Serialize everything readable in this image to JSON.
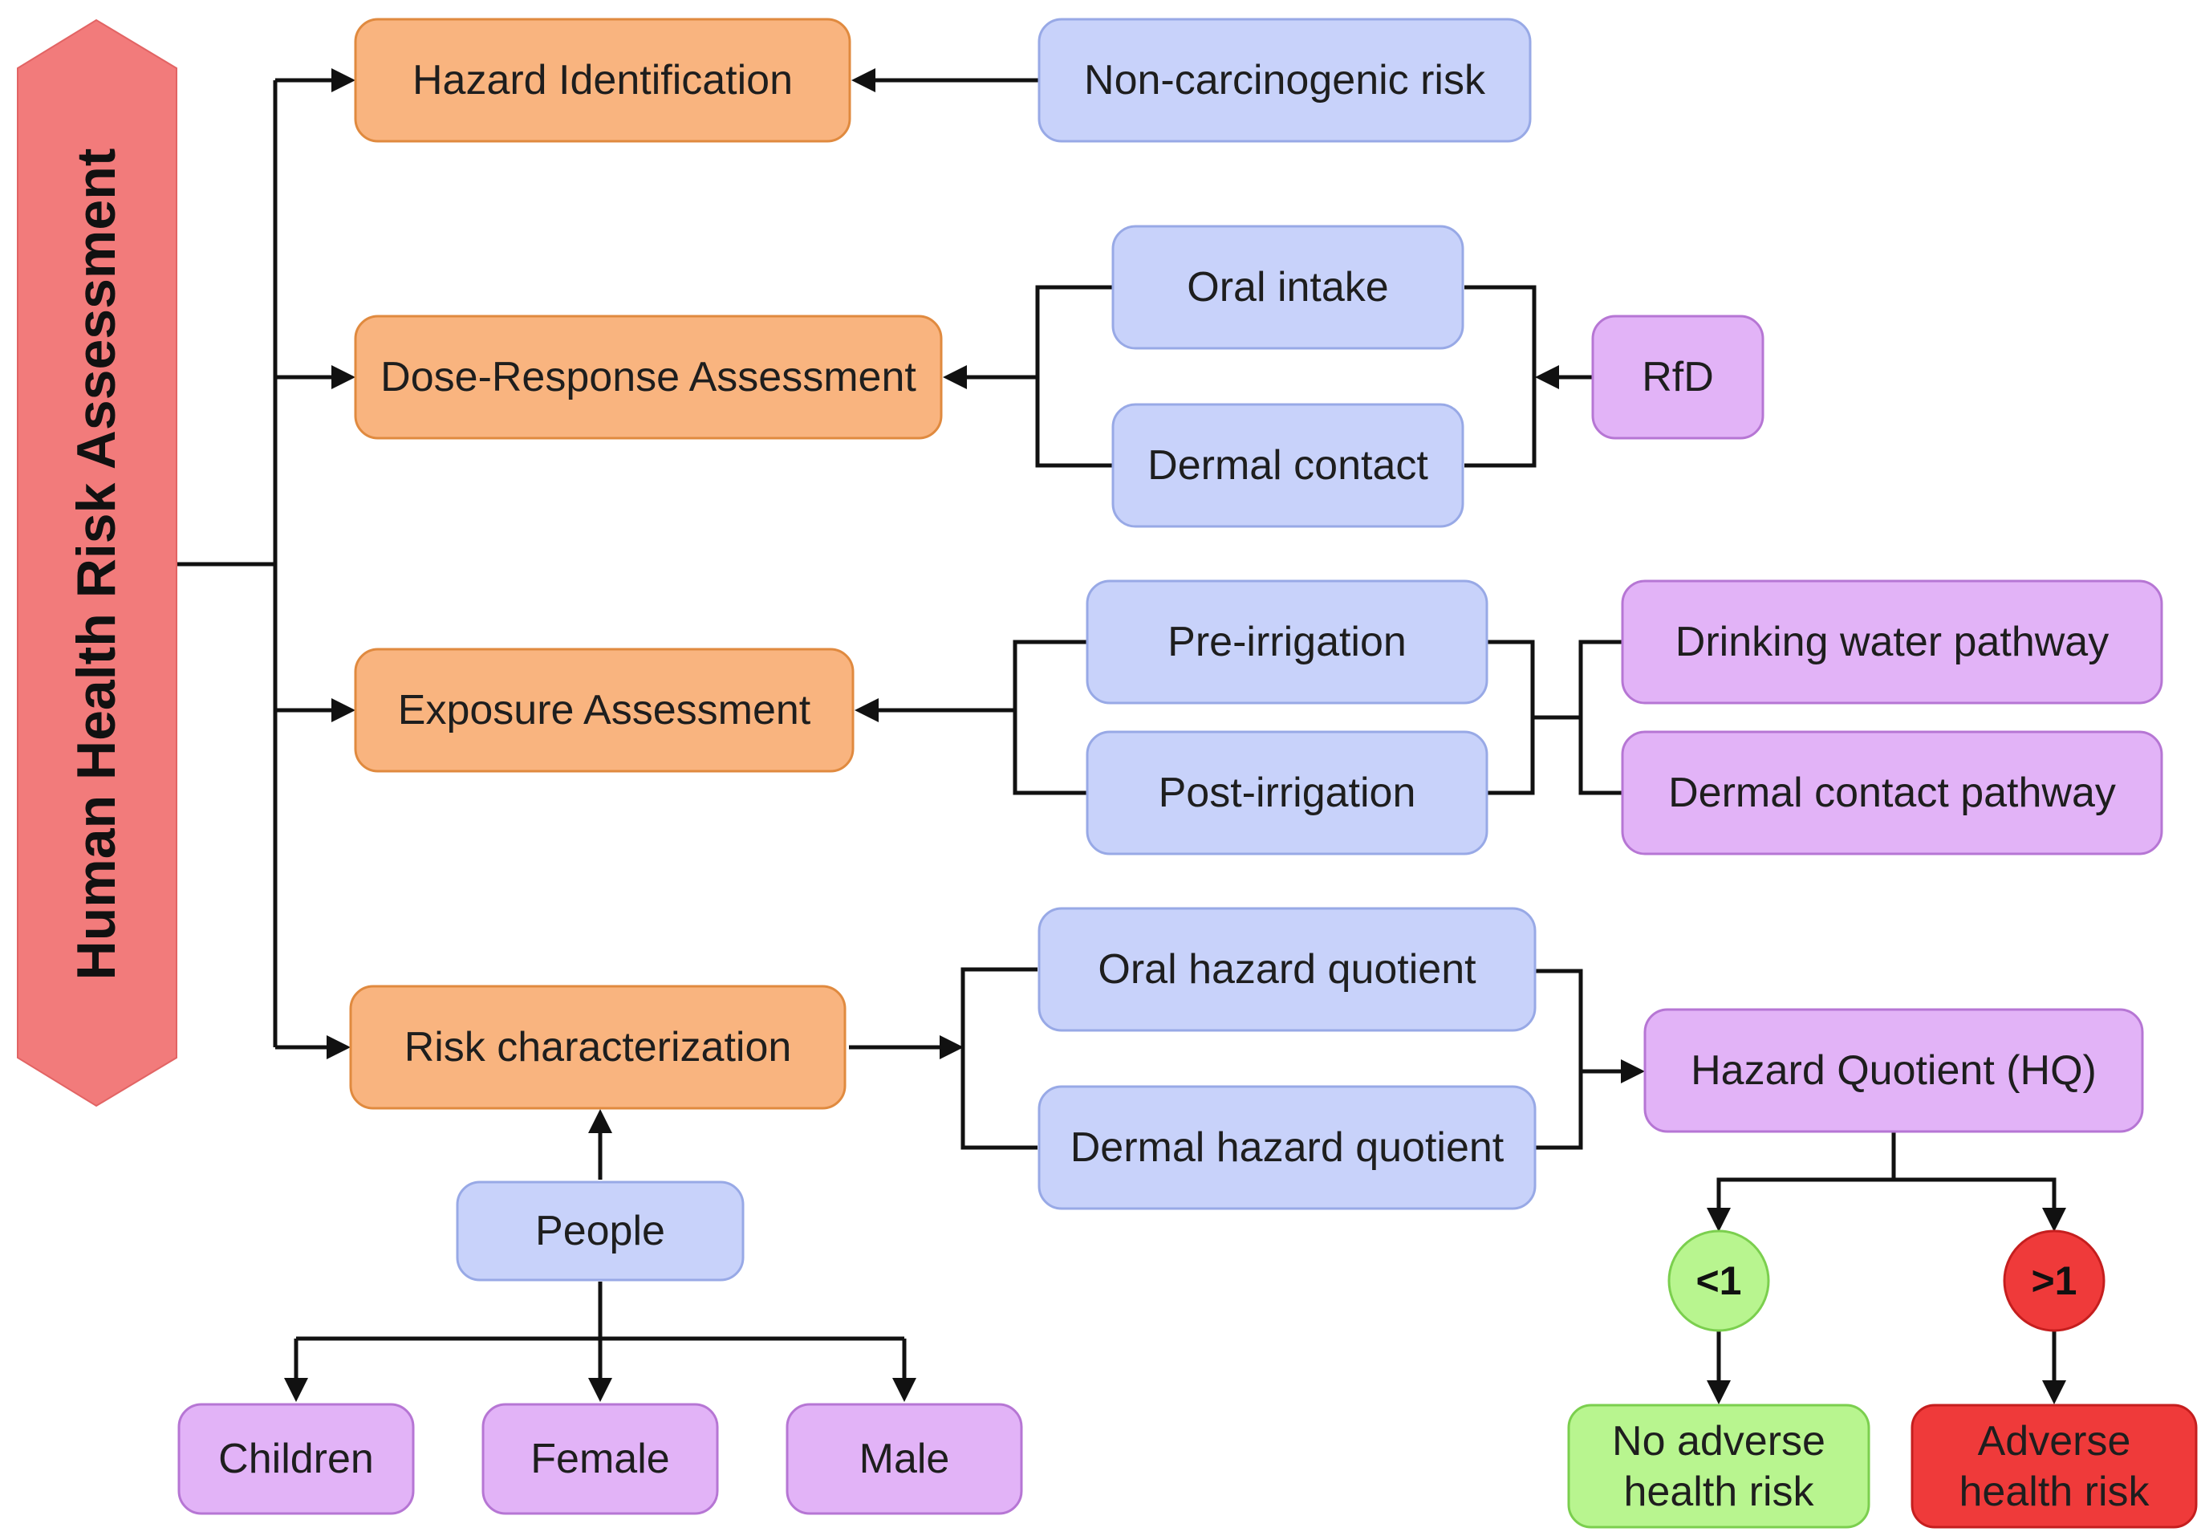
{
  "title": "Human Health Risk Assessment",
  "steps": {
    "hazard_identification": "Hazard Identification",
    "dose_response": "Dose-Response Assessment",
    "exposure": "Exposure Assessment",
    "risk_characterization": "Risk characterization"
  },
  "inputs": {
    "non_carcinogenic": "Non-carcinogenic risk",
    "oral_intake": "Oral intake",
    "dermal_contact": "Dermal contact",
    "rfd": "RfD",
    "pre_irrigation": "Pre-irrigation",
    "post_irrigation": "Post-irrigation",
    "drinking_water": "Drinking water pathway",
    "dermal_pathway": "Dermal contact pathway",
    "oral_hq": "Oral hazard quotient",
    "dermal_hq": "Dermal hazard quotient",
    "hq": "Hazard Quotient (HQ)"
  },
  "thresholds": {
    "less": "<1",
    "greater": ">1"
  },
  "outcomes": {
    "no_risk_line1": "No adverse",
    "no_risk_line2": "health risk",
    "risk_line1": "Adverse",
    "risk_line2": "health risk"
  },
  "people": {
    "label": "People",
    "children": "Children",
    "female": "Female",
    "male": "Male"
  },
  "colors": {
    "step": "#f9b47f",
    "input": "#c8d2fa",
    "pathway": "#e2b3f7",
    "safe": "#b8f58f",
    "danger": "#ef3a3a",
    "banner": "#f27b7b"
  }
}
